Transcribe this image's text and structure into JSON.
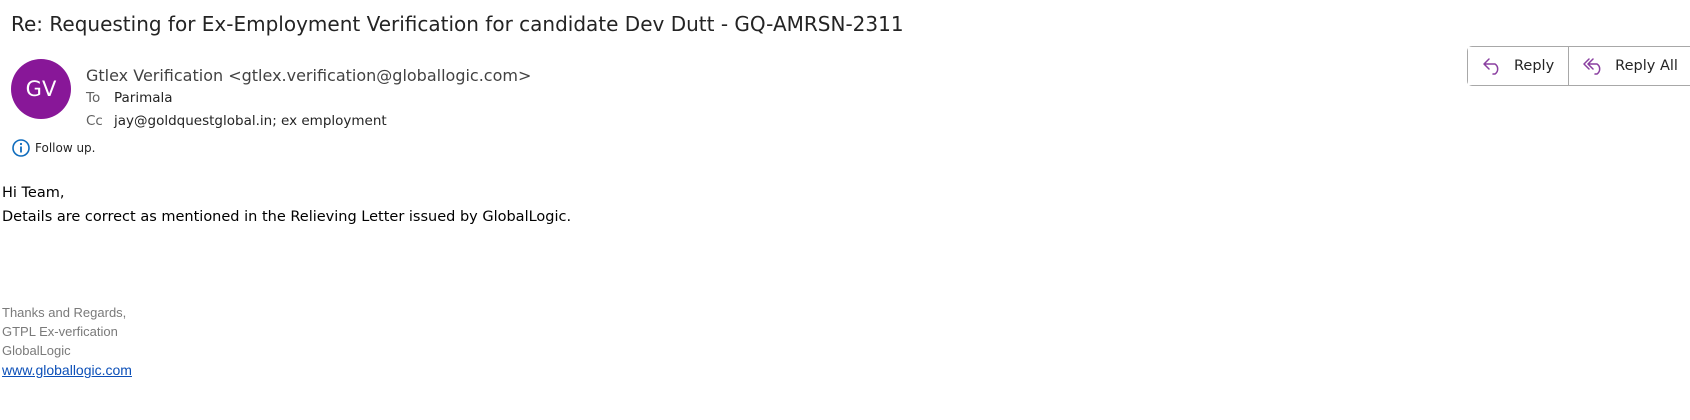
{
  "email": {
    "subject": "Re: Requesting for Ex-Employment Verification for candidate Dev Dutt - GQ-AMRSN-2311",
    "avatar_initials": "GV",
    "avatar_color": "#881798",
    "sender": "Gtlex Verification <gtlex.verification@globallogic.com>",
    "to_label": "To",
    "to": "Parimala",
    "cc_label": "Cc",
    "cc": "jay@goldquestglobal.in; ex employment",
    "flag": "Follow up.",
    "body": [
      "Hi Team,",
      "Details are correct as mentioned in the Relieving Letter issued by GlobalLogic."
    ],
    "signature": [
      "Thanks and Regards,",
      "GTPL Ex-verfication",
      "GlobalLogic"
    ],
    "link": "www.globallogic.com"
  },
  "actions": {
    "reply": "Reply",
    "reply_all": "Reply All"
  },
  "colors": {
    "accent": "#8a3fa0",
    "link": "#0b4fb8"
  }
}
